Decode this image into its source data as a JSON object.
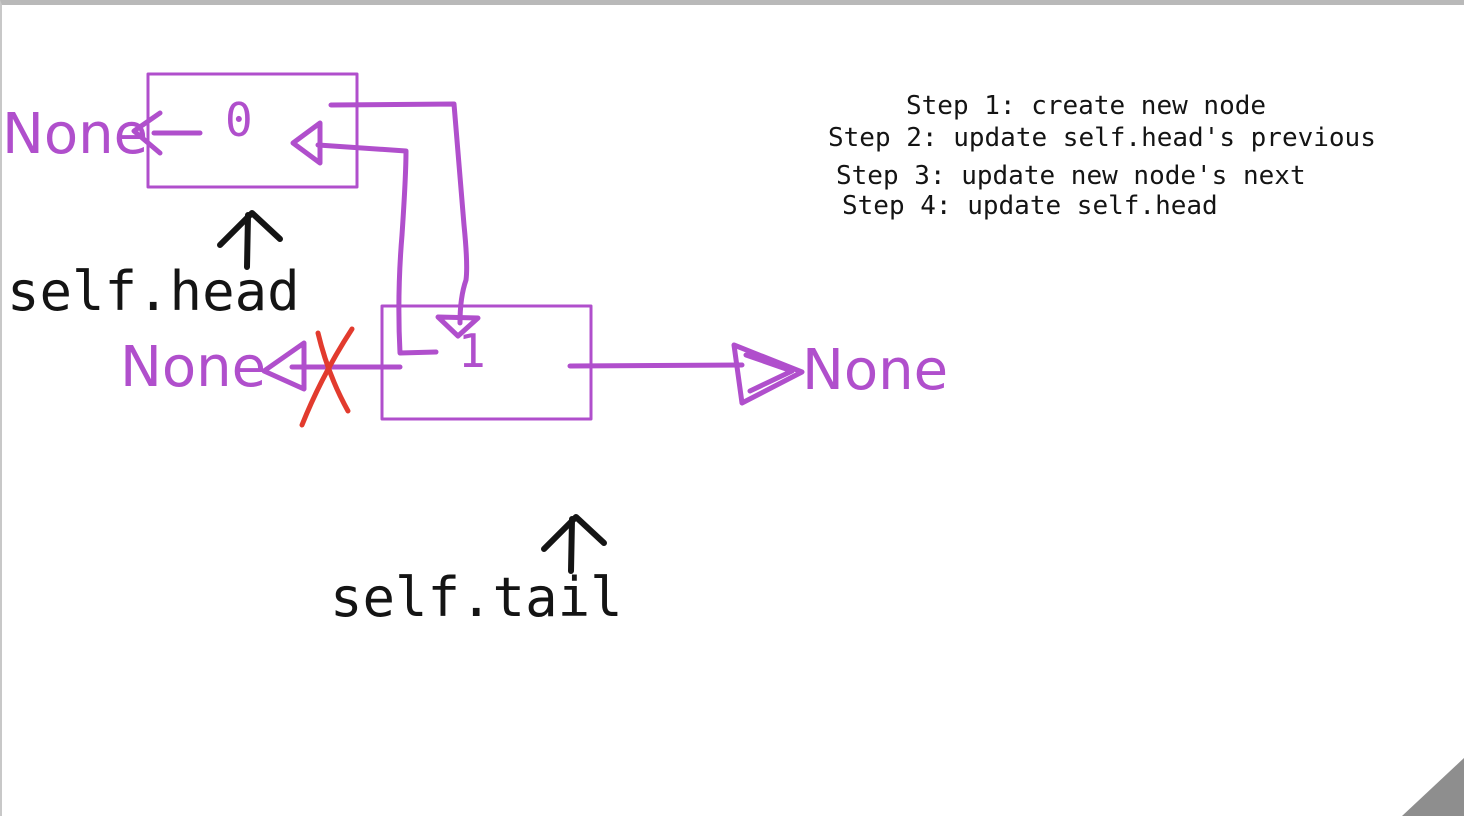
{
  "steps": [
    "Step 1: create new node",
    "Step 2: update self.head's previous",
    "Step 3: update new node's next",
    "Step 4: update self.head"
  ],
  "nodes": {
    "head_node": {
      "value": "0"
    },
    "tail_node": {
      "value": "1"
    }
  },
  "labels": {
    "none_head_prev": "None",
    "none_tail_prev": "None",
    "none_tail_next": "None",
    "self_head": "self.head",
    "self_tail": "self.tail"
  },
  "colors": {
    "link_color": "#b04fcc",
    "pointer_color": "#141414",
    "removed_mark": "#e23b2e"
  }
}
